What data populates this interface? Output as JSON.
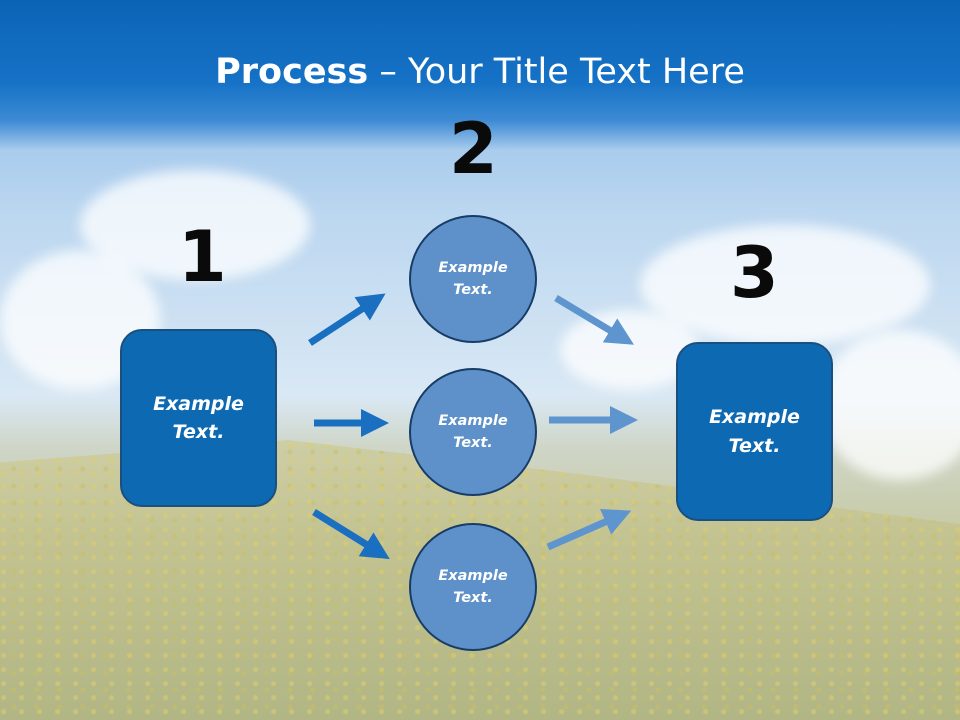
{
  "title": {
    "bold": "Process",
    "rest": " – Your Title Text Here"
  },
  "numbers": {
    "one": "1",
    "two": "2",
    "three": "3"
  },
  "left_box": {
    "text": "Example Text."
  },
  "circles": [
    {
      "text": "Example Text."
    },
    {
      "text": "Example Text."
    },
    {
      "text": "Example Text."
    }
  ],
  "right_box": {
    "text": "Example Text."
  },
  "colors": {
    "header": "#0b63b6",
    "box": "#0e69b3",
    "circle": "#5e91c9",
    "arrow_dark": "#1b6fc0",
    "arrow_light": "#5f95cf"
  }
}
